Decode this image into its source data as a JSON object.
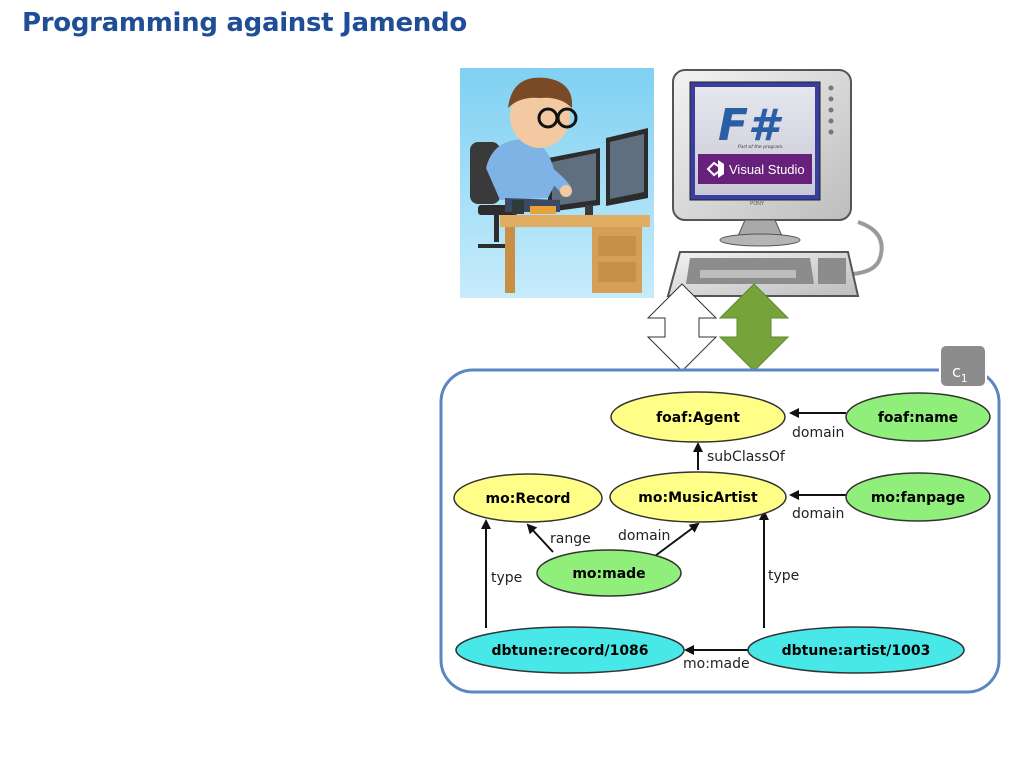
{
  "slide": {
    "title": "Programming against Jamendo"
  },
  "monitor_screen": {
    "logo": "F#",
    "tagline": "Part of the program.",
    "product": "Visual Studio",
    "brand": "PONY"
  },
  "context_badge": {
    "letter": "c",
    "subscript": "1"
  },
  "colors": {
    "title": "#1f4e96",
    "class_node": "#ffff88",
    "property_node": "#90ee7a",
    "instance_node": "#48e8e8",
    "arrow_green": "#76a33a",
    "container_border": "#5b86c2"
  },
  "graph": {
    "nodes": {
      "foaf_agent": "foaf:Agent",
      "foaf_name": "foaf:name",
      "mo_record": "mo:Record",
      "mo_musicartist": "mo:MusicArtist",
      "mo_fanpage": "mo:fanpage",
      "mo_made": "mo:made",
      "dbtune_record": "dbtune:record/1086",
      "dbtune_artist": "dbtune:artist/1003"
    },
    "edges": {
      "name_domain": "domain",
      "subclassof": "subClassOf",
      "fanpage_domain": "domain",
      "range": "range",
      "made_domain": "domain",
      "record_type": "type",
      "artist_type": "type",
      "artist_made_record": "mo:made"
    }
  }
}
